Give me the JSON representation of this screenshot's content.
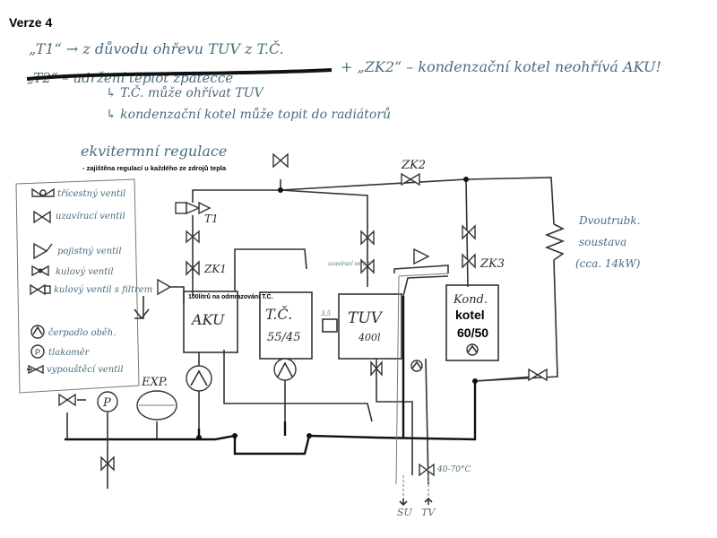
{
  "title": "Verze 4",
  "notes": {
    "line1": "„T1“ → z důvodu ohřevu TUV z T.Č.",
    "line2_struck": "„T2“ – udržení teplot zpátečce",
    "line2_tail": "+ „ZK2“ – kondenzační kotel neohřívá AKU!",
    "line3": "↳ T.Č. může ohřívat TUV",
    "line4": "↳ kondenzační kotel může topit do radiátorů"
  },
  "regulation": {
    "heading": "ekvitermní regulace",
    "sub": "- zajištěna regulací u každého ze zdrojů tepla"
  },
  "legend": [
    {
      "label": "třícestný ventil",
      "icon": "three-way-valve-icon"
    },
    {
      "label": "uzavírací ventil",
      "icon": "shutoff-valve-icon"
    },
    {
      "label": "pojistný ventil",
      "icon": "safety-valve-icon"
    },
    {
      "label": "kulový ventil",
      "icon": "ball-valve-icon"
    },
    {
      "label": "kulový ventil s filtrem",
      "icon": "ball-valve-filter-icon"
    },
    {
      "label": "čerpadlo oběh.",
      "icon": "circulation-pump-icon"
    },
    {
      "label": "tlakoměr",
      "icon": "pressure-gauge-icon"
    },
    {
      "label": "vypouštěcí ventil",
      "icon": "drain-valve-icon"
    }
  ],
  "components": {
    "aku_note": "100litrů na odmrazování T.Č.",
    "aku": "AKU",
    "tc_name": "T.Č.",
    "tc_temp": "55/45",
    "tuv_name": "TUV",
    "tuv_vol": "400l",
    "kotel_hand": "Kond.",
    "kotel_name": "kotel",
    "kotel_temp": "60/50",
    "radiator_1": "Dvoutrubk.",
    "radiator_2": "soustava",
    "radiator_3": "(cca. 14kW)",
    "exp": "EXP.",
    "pressure": "P"
  },
  "labels": {
    "t1": "T1",
    "zk1": "ZK1",
    "zk2": "ZK2",
    "zk3": "ZK3",
    "tuv_valve": "uzavírací ventil",
    "small_35": "3,5",
    "mix_temp": "40-70°C",
    "su": "SU",
    "tv": "TV"
  },
  "colors": {
    "handwriting": "#4a6c7e",
    "pipe": "#333333"
  }
}
